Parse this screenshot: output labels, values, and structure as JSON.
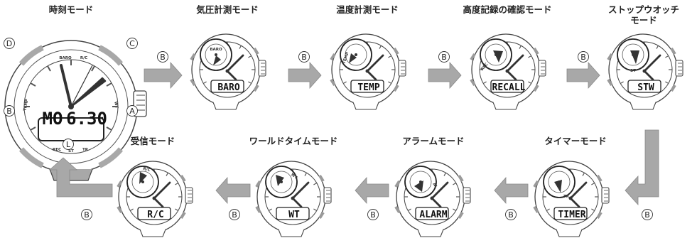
{
  "main_watch": {
    "title": "時刻モード",
    "lcd_day": "MO",
    "lcd_date": "6.30",
    "buttons": {
      "d": "D",
      "c": "C",
      "b": "B",
      "a": "A",
      "l": "L"
    }
  },
  "modes": [
    {
      "title": "気圧計測モード",
      "lcd": "BARO",
      "bezel": "BARO"
    },
    {
      "title": "温度計測モード",
      "lcd": "TEMP",
      "bezel": "TEMP"
    },
    {
      "title": "高度記録の確認モード",
      "lcd": "RECALL",
      "bezel": "REC"
    },
    {
      "title_line1": "ストップウオッチ",
      "title_line2": "モード",
      "lcd": "STW",
      "bezel": "ST"
    },
    {
      "title": "タイマーモード",
      "lcd": "TIMER",
      "bezel": "TR"
    },
    {
      "title": "アラームモード",
      "lcd": "ALARM",
      "bezel": "AL"
    },
    {
      "title": "ワールドタイムモード",
      "lcd": "WT",
      "bezel": "WT"
    },
    {
      "title": "受信モード",
      "lcd": "R/C",
      "bezel": "R/C"
    }
  ],
  "arrow_button_label": "B",
  "colors": {
    "arrow": "#a8a8a8",
    "watch_stroke": "#333333",
    "bezel_gray": "#9a9a9a"
  }
}
